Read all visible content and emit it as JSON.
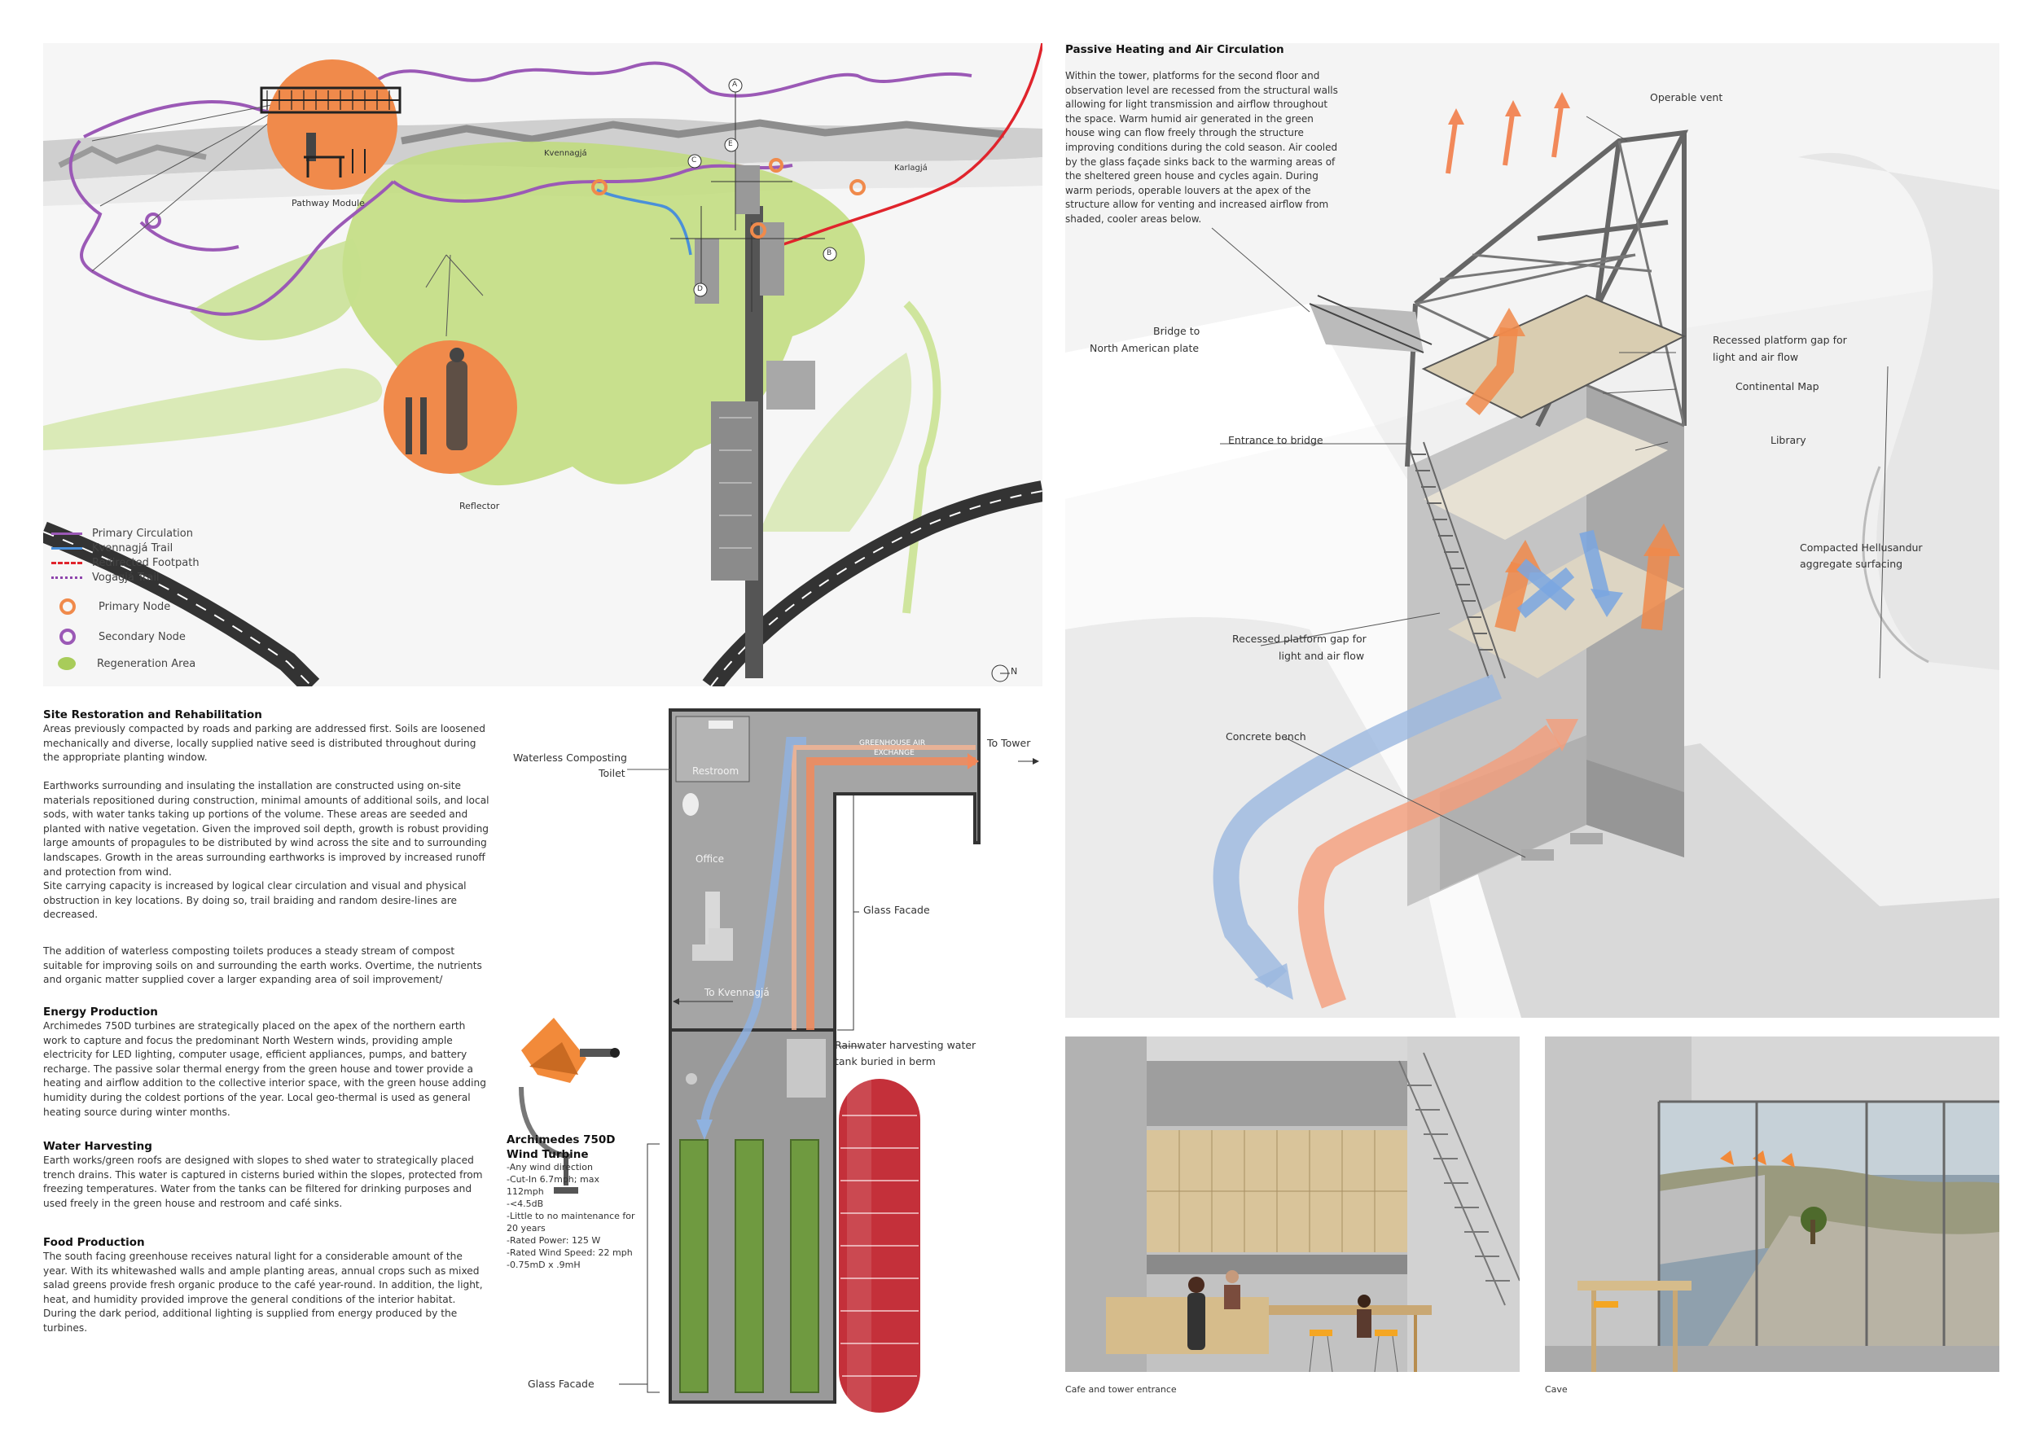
{
  "site_map": {
    "labels": {
      "pathway_module": "Pathway Module",
      "reflector": "Reflector",
      "kvennagja": "Kvennagjá",
      "karlagja": "Karlagjá"
    },
    "section_markers": [
      "A",
      "B",
      "C",
      "D",
      "E"
    ],
    "legend": [
      {
        "label": "Primary Circulation",
        "style": "line",
        "color": "#9b59b6"
      },
      {
        "label": "Kvennagjá Trail",
        "style": "line",
        "color": "#4a90d9"
      },
      {
        "label": "Redirected Footpath",
        "style": "dashed",
        "color": "#e0242c"
      },
      {
        "label": "Vogagjá Trail",
        "style": "dotted",
        "color": "#8e44ad"
      },
      {
        "label": "Primary Node",
        "style": "ring",
        "color": "#f08a4b"
      },
      {
        "label": "Secondary Node",
        "style": "ring",
        "color": "#9b59b6"
      },
      {
        "label": "Regeneration Area",
        "style": "blob",
        "color": "#a8cc5a"
      }
    ]
  },
  "tower": {
    "title": "Passive Heating and Air Circulation",
    "body": "Within the tower, platforms for the second floor and observation level are recessed from the structural walls allowing for light transmission and airflow throughout the space. Warm humid air generated in the green house wing can flow freely through the structure improving conditions during the cold season. Air cooled by the glass façade sinks back to the warming areas of the sheltered green house and cycles again. During warm periods, operable louvers at the apex of the structure allow for venting and increased airflow from shaded, cooler areas below.",
    "labels": {
      "operable_vent": "Operable vent",
      "bridge_to": "Bridge to",
      "north_american_plate": "North American plate",
      "recessed_gap_1a": "Recessed platform gap for",
      "recessed_gap_1b": "light and air flow",
      "continental_map": "Continental Map",
      "entrance_to_bridge": "Entrance to bridge",
      "library": "Library",
      "compacted_a": "Compacted Hellusandur",
      "compacted_b": "aggregate surfacing",
      "recessed_gap_2a": "Recessed platform gap for",
      "recessed_gap_2b": "light and air flow",
      "concrete_bench": "Concrete bench"
    }
  },
  "text_sections": [
    {
      "title": "Site Restoration and Rehabilitation",
      "paragraphs": [
        "Areas previously compacted by roads and parking are addressed first. Soils are loosened mechanically and diverse, locally supplied native seed is distributed throughout during the appropriate planting window.",
        "Earthworks surrounding and insulating the installation are constructed using on-site materials repositioned during construction, minimal amounts of additional soils, and local sods, with water tanks taking up portions of the volume. These areas are seeded and planted with native vegetation. Given the improved soil depth, growth is robust providing large amounts of propagules to be distributed by wind across the site and to surrounding landscapes. Growth in the areas surrounding earthworks is improved by increased runoff and protection from wind.\nSite carrying capacity is increased by logical clear circulation and visual and physical obstruction in key locations. By doing so, trail braiding and random desire-lines are decreased.",
        "The addition of waterless composting toilets produces a steady stream of compost suitable for improving soils on and surrounding the earth works. Overtime, the nutrients and organic matter supplied cover a larger expanding area of soil improvement/"
      ]
    },
    {
      "title": "Energy Production",
      "paragraphs": [
        "Archimedes 750D turbines are strategically placed on the apex of the northern earth work to capture and focus the predominant North Western winds, providing ample electricity for LED lighting, computer usage, efficient appliances, pumps, and battery recharge. The passive solar thermal energy from the green house and tower provide a heating and airflow addition to the collective interior space, with the green house adding humidity during the coldest portions of the year. Local geo-thermal is used as general heating source during winter months."
      ]
    },
    {
      "title": "Water Harvesting",
      "paragraphs": [
        "Earth works/green roofs are designed with slopes to shed water to strategically placed trench drains. This water is captured in cisterns buried within the slopes, protected from freezing temperatures. Water from the tanks can be filtered for drinking purposes and used freely in the green house and restroom and café sinks."
      ]
    },
    {
      "title": "Food Production",
      "paragraphs": [
        "The south facing greenhouse receives natural light for a considerable amount of the year. With its whitewashed walls and ample planting areas, annual crops such as mixed salad greens provide fresh organic produce to the café year-round. In addition, the light, heat, and humidity provided improve the general conditions of the interior habitat. During the dark period, additional lighting is supplied from energy produced by the turbines."
      ]
    }
  ],
  "plan": {
    "north": "N",
    "labels": {
      "waterless_a": "Waterless Composting",
      "waterless_b": "Toilet",
      "restroom": "Restroom",
      "office": "Office",
      "greenhouse_air_a": "GREENHOUSE AIR",
      "greenhouse_air_b": "EXCHANGE",
      "to_tower": "To Tower",
      "glass_facade_1": "Glass Facade",
      "to_kvennagja": "To Kvennagjá",
      "rainwater_a": "Rainwater harvesting water",
      "rainwater_b": "tank buried in berm",
      "glass_facade_2": "Glass Facade"
    },
    "turbine": {
      "name_a": "Archimedes 750D",
      "name_b": "Wind Turbine",
      "specs": [
        "-Any wind direction",
        "-Cut-In 6.7mph; max",
        "112mph",
        "-<4.5dB",
        "-Little to no maintenance for",
        "20 years",
        "-Rated Power: 125 W",
        "-Rated Wind Speed: 22 mph",
        "-0.75mD x .9mH"
      ]
    }
  },
  "captions": {
    "cafe": "Cafe and tower entrance",
    "cave": "Cave"
  }
}
